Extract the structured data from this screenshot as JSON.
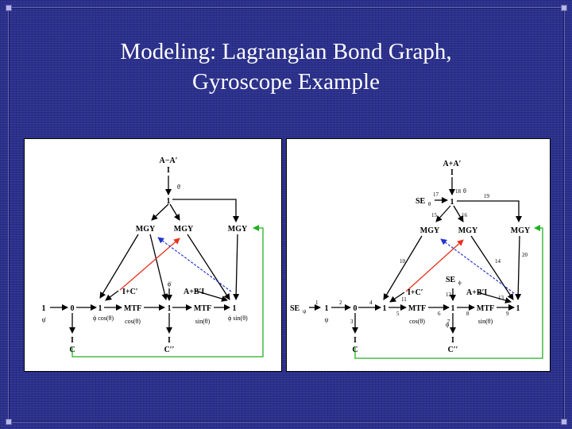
{
  "slide": {
    "title_line1": "Modeling: Lagrangian Bond Graph,",
    "title_line2": "Gyroscope Example"
  },
  "left_diagram": {
    "aa": "A−A′",
    "i_top": "I",
    "theta_dot": "θ̇",
    "one_top": "1",
    "mgy1": "MGY",
    "mgy2": "MGY",
    "mgy3": "MGY",
    "ic": "I+C′",
    "ab": "A+B′I",
    "phi": "ϕ̇",
    "one_left": "1",
    "psi": "ψ̇",
    "zero_left": "0",
    "one_a": "1",
    "phi_cos": "ϕ cos(θ)",
    "mtf1": "MTF",
    "cos_lbl": "cos(θ)",
    "one_mid": "1",
    "mtf2": "MTF",
    "sin_lbl": "sin(θ)",
    "one_right": "1",
    "phi_sin": "ϕ sin(θ)",
    "i_b1": "I",
    "c1": "C",
    "i_b2": "I",
    "c2": "C′′"
  },
  "right_diagram": {
    "aa": "A+A′",
    "i_top": "I",
    "theta_dot": "θ",
    "se_theta": "SE",
    "se_theta_sub": "θ",
    "one_top": "1",
    "mgy1": "MGY",
    "mgy2": "MGY",
    "mgy3": "MGY",
    "ic": "I+C′",
    "se_phi": "SE",
    "se_phi_sub": "ϕ",
    "ab": "A+B′I",
    "se_psi": "SE",
    "se_psi_sub": "ψ",
    "one_left": "1",
    "psi": "ψ",
    "zero_left": "0",
    "one_a": "1",
    "mtf1": "MTF",
    "cos_lbl": "cos(θ)",
    "one_mid": "1",
    "mtf2": "MTF",
    "sin_lbl": "sin(θ)",
    "one_right": "1",
    "phi_dot": "ϕ",
    "i_b1": "I",
    "c1": "C",
    "i_b2": "I",
    "c2": "C′′",
    "bond_numbers": [
      "1",
      "2",
      "3",
      "4",
      "5",
      "6",
      "7",
      "8",
      "9",
      "10",
      "11",
      "12",
      "13",
      "14",
      "15",
      "16",
      "17",
      "18",
      "19",
      "20"
    ]
  },
  "colors": {
    "background": "#2a2f8c",
    "title_text": "#ffffff",
    "red_link": "#e8321e",
    "blue_link": "#2233cc",
    "green_link": "#22b022"
  }
}
